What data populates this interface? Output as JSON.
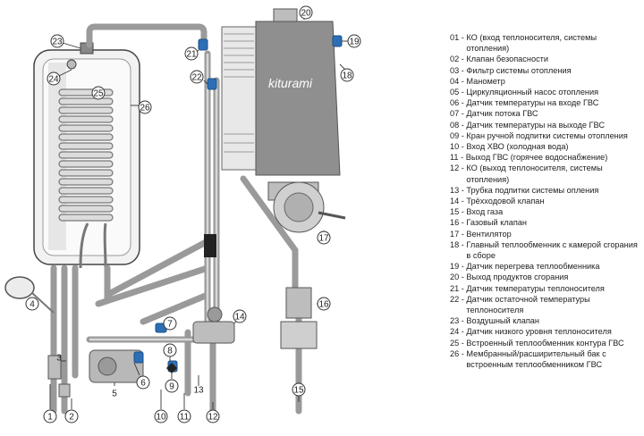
{
  "brand": "kiturami",
  "callouts": [
    "1",
    "2",
    "3",
    "4",
    "5",
    "6",
    "7",
    "8",
    "9",
    "10",
    "11",
    "12",
    "13",
    "14",
    "15",
    "16",
    "17",
    "18",
    "19",
    "20",
    "21",
    "22",
    "23",
    "24",
    "25",
    "26"
  ],
  "legend": [
    {
      "num": "01 - ",
      "text": "КО (вход теплоносителя, системы отопления)"
    },
    {
      "num": "02 - ",
      "text": "Клапан безопасности"
    },
    {
      "num": "03 - ",
      "text": "Фильтр системы отопления"
    },
    {
      "num": "04 - ",
      "text": "Манометр"
    },
    {
      "num": "05 - ",
      "text": "Циркуляционный насос отопления"
    },
    {
      "num": "06 - ",
      "text": "Датчик температуры на входе ГВС"
    },
    {
      "num": "07 - ",
      "text": "Датчик потока ГВС"
    },
    {
      "num": "08 - ",
      "text": "Датчик температуры на выходе ГВС"
    },
    {
      "num": "09 - ",
      "text": "Кран ручной подпитки системы отопления"
    },
    {
      "num": "10 - ",
      "text": "Вход ХВО (холодная вода)"
    },
    {
      "num": "11 - ",
      "text": "Выход ГВС (горячее водоснабжение)"
    },
    {
      "num": "12 - ",
      "text": "КО (выход теплоносителя, системы отопления)"
    },
    {
      "num": "13 - ",
      "text": "Трубка подпитки  системы опления"
    },
    {
      "num": "14 - ",
      "text": "Трёхходовой клапан"
    },
    {
      "num": "15 - ",
      "text": "Вход газа"
    },
    {
      "num": "16 - ",
      "text": "Газовый клапан"
    },
    {
      "num": "17 - ",
      "text": "Вентилятор"
    },
    {
      "num": "18 - ",
      "text": "Главный теплообменник с камерой сгорания в сборе"
    },
    {
      "num": "19 - ",
      "text": "Датчик перегрева теплообменника"
    },
    {
      "num": "20 - ",
      "text": "Выход продуктов сгорания"
    },
    {
      "num": "21 - ",
      "text": "Датчик температуры теплоносителя"
    },
    {
      "num": "22 - ",
      "text": "Датчик остаточной температуры теплоносителя"
    },
    {
      "num": "23 - ",
      "text": "Воздушный клапан"
    },
    {
      "num": "24 - ",
      "text": "Датчик низкого уровня теплоносителя"
    },
    {
      "num": "25 - ",
      "text": "Встроенный  теплообменник  контура ГВС"
    },
    {
      "num": "26 - ",
      "text": "Мембранный/расширительный  бак с встроенным теплообменником ГВС"
    }
  ]
}
